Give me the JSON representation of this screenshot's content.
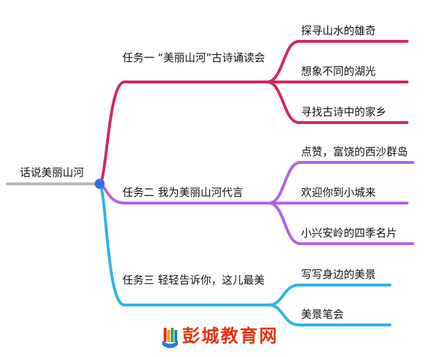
{
  "mindmap": {
    "root": {
      "label": "话说美丽山河"
    },
    "branches": [
      {
        "label": "任务一 “美丽山河”古诗诵读会",
        "color": "#d2285a",
        "children": [
          {
            "label": "探寻山水的雄奇"
          },
          {
            "label": "想象不同的湖光"
          },
          {
            "label": "寻找古诗中的家乡"
          }
        ]
      },
      {
        "label": "任务二  我为美丽山河代言",
        "color": "#b660e8",
        "children": [
          {
            "label": "点赞，富饶的西沙群岛"
          },
          {
            "label": "欢迎你到小城来"
          },
          {
            "label": "小兴安岭的四季名片"
          }
        ]
      },
      {
        "label": "任务三  轻轻告诉你，这儿最美",
        "color": "#2ab3ea",
        "children": [
          {
            "label": "写写身边的美景"
          },
          {
            "label": "美景笔会"
          }
        ]
      }
    ],
    "colors": {
      "root_line": "#b8b8b8",
      "root_dot": "#2f6fe6"
    }
  },
  "watermark": {
    "text": "彭城教育网"
  }
}
